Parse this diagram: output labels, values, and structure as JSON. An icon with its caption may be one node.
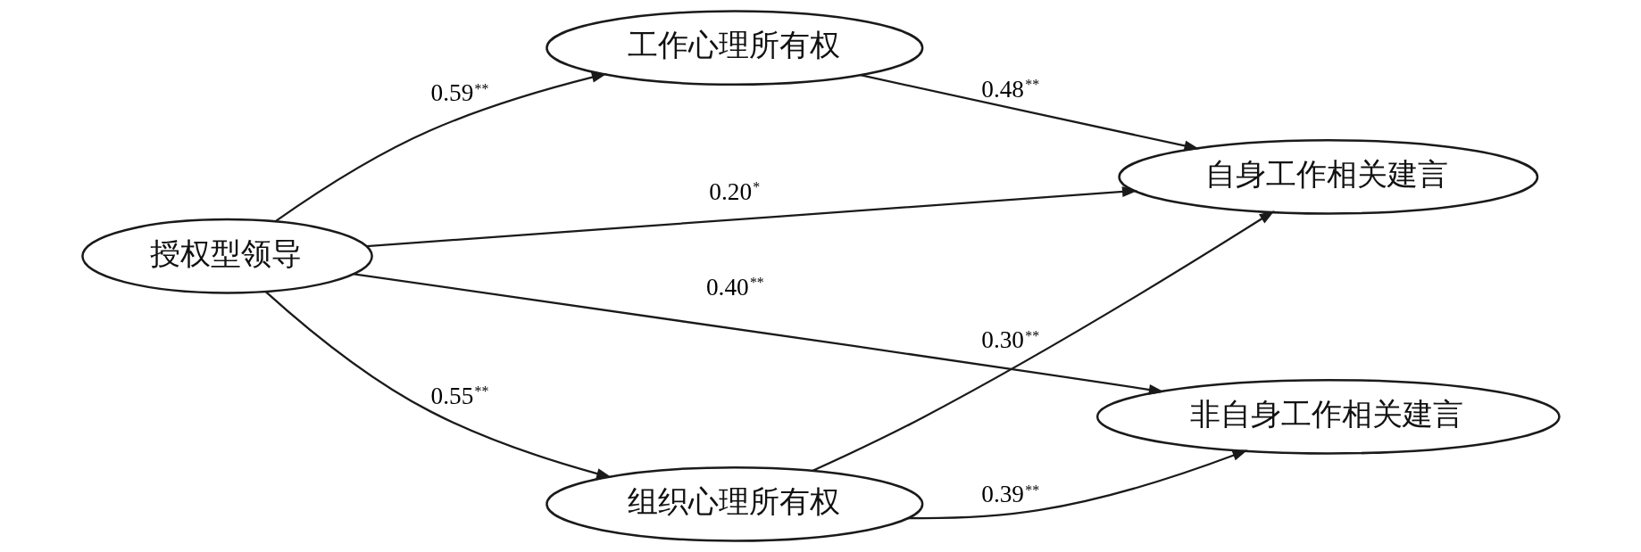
{
  "diagram": {
    "nodes": [
      {
        "text": [
          "授权型领导"
        ]
      },
      {
        "text": [
          "工作心理所有权"
        ]
      },
      {
        "text": [
          "自身工作相关建言"
        ]
      },
      {
        "text": [
          "组织心理所有权"
        ]
      },
      {
        "text": [
          "非自身工作相关建言"
        ]
      }
    ],
    "edges": [
      {
        "from": 0,
        "to": 1,
        "arrow": "to",
        "label": "0.59$^{**}$"
      },
      {
        "from": 0,
        "to": 2,
        "arrow": "to",
        "label": "0.20$^{*}$"
      },
      {
        "from": 0,
        "to": 4,
        "arrow": "to",
        "label": "0.40$^{**}$"
      },
      {
        "from": 0,
        "to": 3,
        "arrow": "to",
        "label": "0.55$^{**}$"
      },
      {
        "from": 1,
        "to": 2,
        "arrow": "to",
        "label": "0.48$^{**}$"
      },
      {
        "from": 3,
        "to": 2,
        "arrow": "to",
        "label": "0.30$^{**}$"
      },
      {
        "from": 3,
        "to": 4,
        "arrow": "to",
        "label": "0.39$^{**}$"
      }
    ]
  }
}
